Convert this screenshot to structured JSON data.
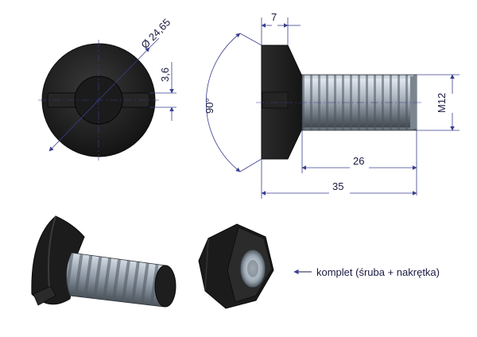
{
  "dimensions": {
    "head_diameter": "Ø 24,65",
    "slot_width": "3,6",
    "head_height": "7",
    "head_angle": "90°",
    "thread_size": "M12",
    "thread_length": "26",
    "total_length": "35"
  },
  "caption": {
    "arrow_label": "komplet (śruba + nakrętka)"
  },
  "colors": {
    "dimension_line": "#3a3f8f",
    "text": "#1a1a40",
    "steel_dark": "#1e1e1e",
    "thread_light": "#c9d2dc"
  }
}
